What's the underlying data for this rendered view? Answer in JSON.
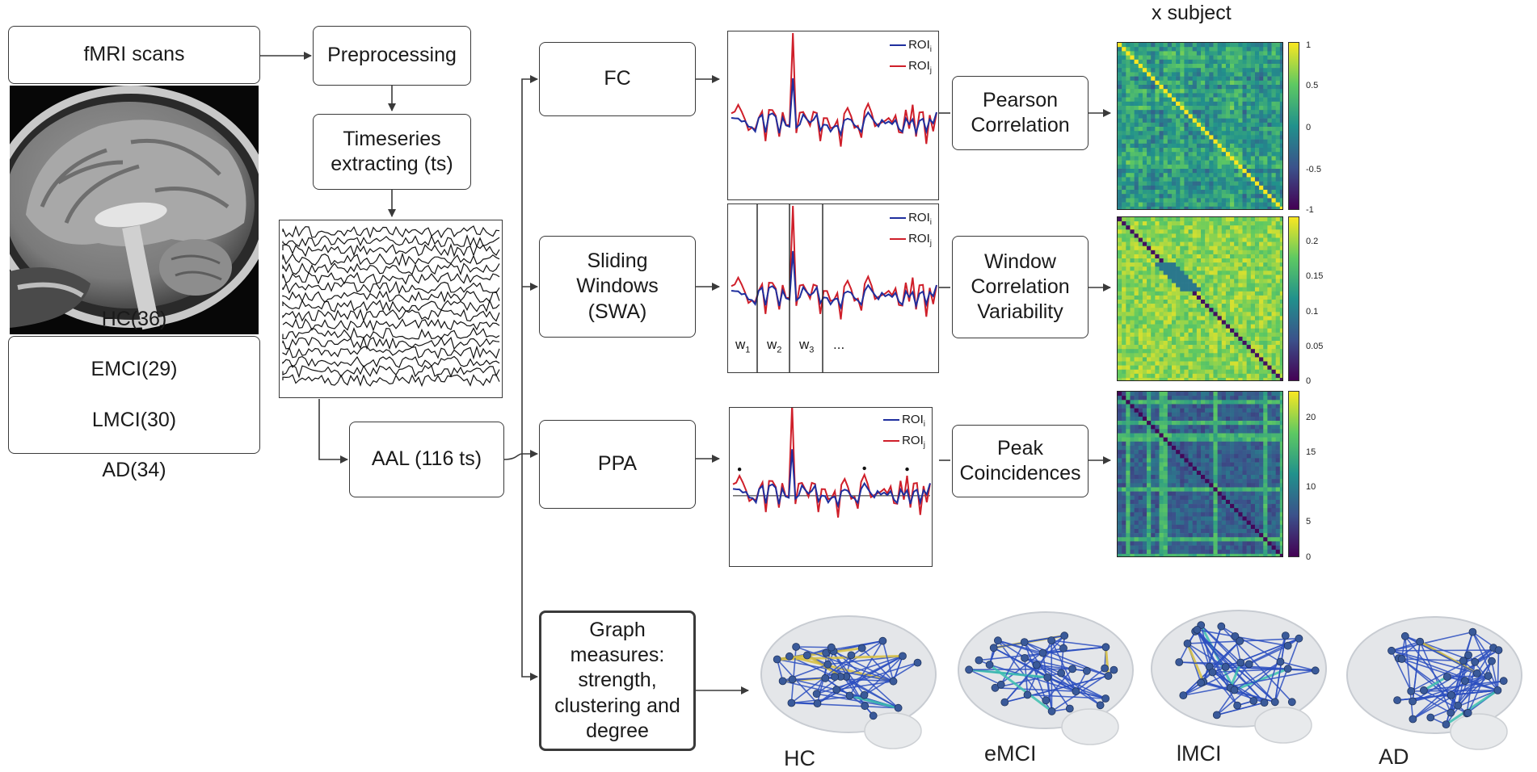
{
  "inputs": {
    "fmri_scans": "fMRI scans",
    "cohort": [
      "HC(36)",
      "EMCI(29)",
      "LMCI(30)",
      "AD(34)"
    ]
  },
  "pipeline": {
    "preprocessing": "Preprocessing",
    "timeseries": "Timeseries\nextracting (ts)",
    "aal": "AAL (116 ts)"
  },
  "methods": {
    "fc": "FC",
    "swa": "Sliding\nWindows\n(SWA)",
    "ppa": "PPA",
    "graph": "Graph\nmeasures:\nstrength,\nclustering and\ndegree"
  },
  "metrics": {
    "pearson": "Pearson\nCorrelation",
    "window": "Window\nCorrelation\nVariability",
    "peak": "Peak\nCoincidences"
  },
  "legend": {
    "roi_base": "ROI",
    "roi_i": "i",
    "roi_j": "j"
  },
  "windows": {
    "w": "w",
    "subs": [
      "1",
      "2",
      "3"
    ],
    "more": "..."
  },
  "x_subject": "x subject",
  "colorbars": {
    "pearson": [
      "1",
      "0.5",
      "0",
      "-0.5",
      "-1"
    ],
    "window": [
      "0.2",
      "0.15",
      "0.1",
      "0.05",
      "0"
    ],
    "peak": [
      "20",
      "15",
      "10",
      "5",
      "0"
    ]
  },
  "brains": [
    "HC",
    "eMCI",
    "lMCI",
    "AD"
  ],
  "colors": {
    "roi_i": "#1f2f9e",
    "roi_j": "#cf1f2a",
    "box_border": "#3a3a3a"
  }
}
